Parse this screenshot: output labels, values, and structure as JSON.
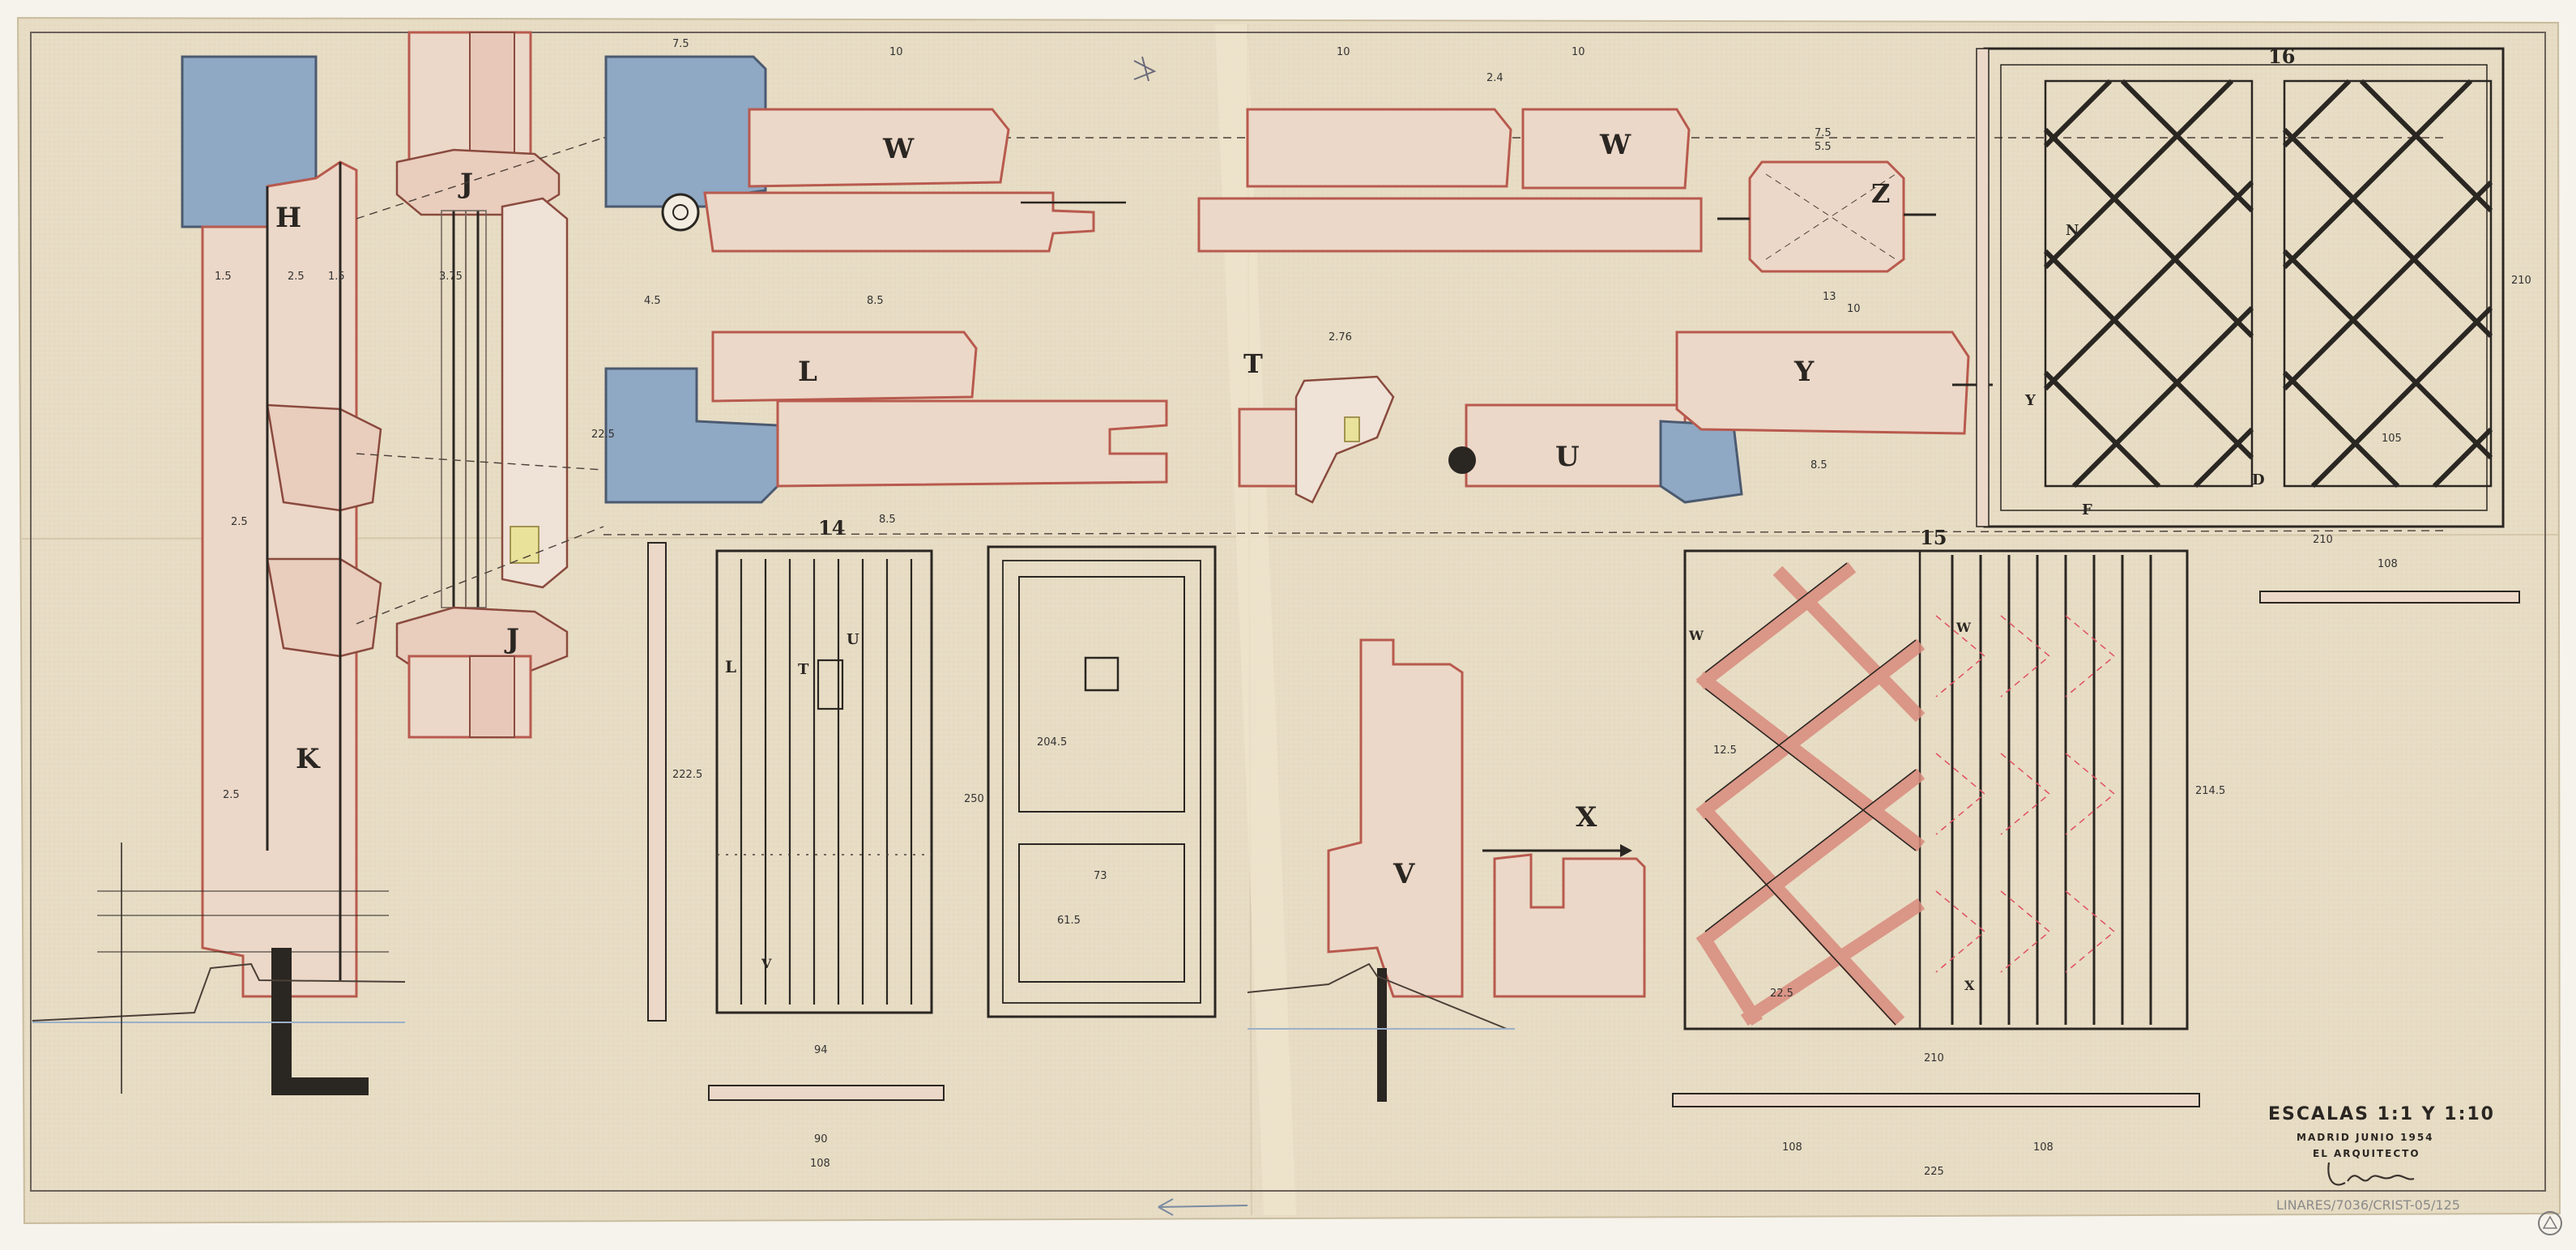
{
  "section_labels": {
    "H": "H",
    "J1": "J",
    "J2": "J",
    "K": "K",
    "W1": "W",
    "W2": "W",
    "Z": "Z",
    "L": "L",
    "T": "T",
    "U": "U",
    "Y": "Y",
    "V": "V",
    "X": "X"
  },
  "sheet_numbers": {
    "n14": "14",
    "n15": "15",
    "n16": "16"
  },
  "door14_labels": {
    "L": "L",
    "T": "T",
    "U": "U",
    "V": "V"
  },
  "door15_labels": {
    "W1": "W",
    "W2": "W",
    "X": "X"
  },
  "door16_labels": {
    "N": "N",
    "Y": "Y",
    "D": "D",
    "F": "F"
  },
  "dims_top": {
    "d1": "7.5",
    "d2": "10",
    "d3": "10",
    "d4": "2.4",
    "d5": "10",
    "d6": "7.5",
    "d7": "5.5",
    "d8": "4.5",
    "d9": "8.5",
    "d10": "8.5",
    "d11": "2.76",
    "d12": "7.5",
    "d13": "2.5",
    "d14": "3.75",
    "d15": "22.5",
    "d16": "13",
    "d17": "1.5",
    "d18": "10"
  },
  "dims_door": {
    "w14a": "94",
    "w14b": "90",
    "w14c": "108",
    "h14": "222.5",
    "h14b": "250",
    "h14c": "204.5",
    "w14d": "73",
    "h14d": "61.5",
    "w15a": "210",
    "w15b": "225",
    "w15c": "108",
    "w15d": "108",
    "h15": "214.5",
    "w16a": "210",
    "w16b": "105",
    "w16c": "108",
    "h16": "210",
    "v1": "12.5",
    "v2": "22.5"
  },
  "title_block": {
    "scale": "ESCALAS 1:1 Y 1:10",
    "place_date": "MADRID JUNIO 1954",
    "role": "EL ARQUITECTO"
  },
  "archive_ref": "LINARES/7036/CRIST-05/125",
  "colors": {
    "paper": "#e6dcc6",
    "ink": "#2a2622",
    "wood_red": "#d88a7c",
    "wall_blue": "#8fa8c4",
    "glass_yellow": "#e8e29a",
    "tape": "#f0e8d2"
  }
}
